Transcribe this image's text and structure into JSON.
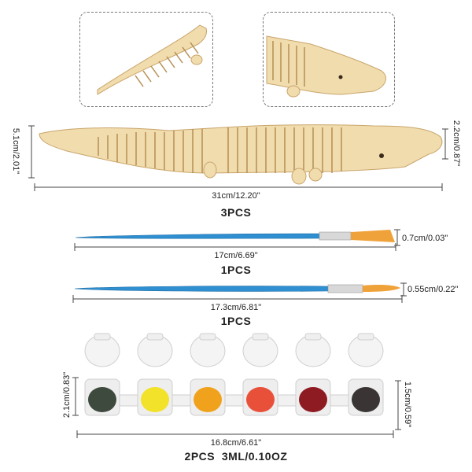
{
  "crocodile": {
    "length_label": "31cm/12.20\"",
    "height_label": "5.1cm/2.01\"",
    "head_height_label": "2.2cm/0.87\"",
    "qty_label": "3PCS"
  },
  "brush_large": {
    "length_label": "17cm/6.69\"",
    "tip_label": "0.7cm/0.03\"",
    "qty_label": "1PCS"
  },
  "brush_small": {
    "length_label": "17.3cm/6.81\"",
    "tip_label": "0.55cm/0.22\"",
    "qty_label": "1PCS"
  },
  "paint": {
    "length_label": "16.8cm/6.61\"",
    "height_label": "2.1cm/0.83\"",
    "cup_height_label": "1.5cm/0.59\"",
    "qty_label": "2PCS  3ML/0.10OZ",
    "colors": [
      "#3f4a3e",
      "#f2e22a",
      "#f0a21c",
      "#e8503a",
      "#8e1b22",
      "#3a3434"
    ]
  },
  "colors": {
    "wood": "#f1dcae",
    "wood_dark": "#c9a56b",
    "brush_handle": "#2f8fd0",
    "brush_tip": "#f0a23a",
    "cup": "#eeeeee"
  }
}
